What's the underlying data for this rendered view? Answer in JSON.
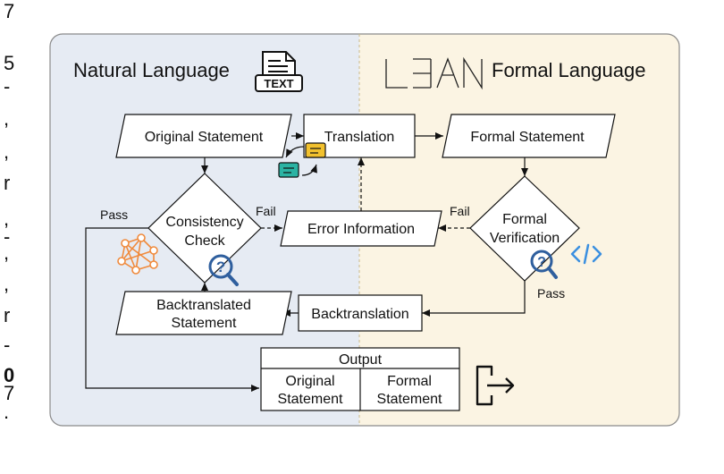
{
  "page_edge_glyphs": [
    "7",
    "5",
    "-",
    ",",
    ",",
    "r",
    ",",
    "-",
    ",",
    ",",
    "r",
    "-",
    "0",
    "7",
    "."
  ],
  "panels": {
    "left_title": "Natural Language",
    "right_title": "Formal Language",
    "text_icon_label": "TEXT",
    "lean_logo": "LEAN",
    "colors": {
      "left_bg": "#e6ebf3",
      "right_bg": "#fbf4e3",
      "border": "#8a8a8a"
    }
  },
  "nodes": {
    "original_statement": "Original Statement",
    "translation": "Translation",
    "formal_statement": "Formal Statement",
    "consistency_check_line1": "Consistency",
    "consistency_check_line2": "Check",
    "error_information": "Error Information",
    "formal_verification_line1": "Formal",
    "formal_verification_line2": "Verification",
    "backtranslated_line1": "Backtranslated",
    "backtranslated_line2": "Statement",
    "backtranslation": "Backtranslation"
  },
  "edge_labels": {
    "pass_left": "Pass",
    "fail_left": "Fail",
    "fail_right": "Fail",
    "pass_right": "Pass"
  },
  "output": {
    "header": "Output",
    "col1_line1": "Original",
    "col1_line2": "Statement",
    "col2_line1": "Formal",
    "col2_line2": "Statement"
  },
  "icons": {
    "text_doc": "text-document-icon",
    "chat": "chat-bubbles-icon",
    "network": "neural-network-icon",
    "search_q": "magnifier-question-icon",
    "code": "code-brackets-icon",
    "exit": "exit-arrow-icon",
    "colors": {
      "chat_yellow": "#f2c12e",
      "chat_teal": "#2bb3a3",
      "network": "#f08a3c",
      "magnifier": "#2f5f9e",
      "code": "#3a8fe0"
    }
  }
}
